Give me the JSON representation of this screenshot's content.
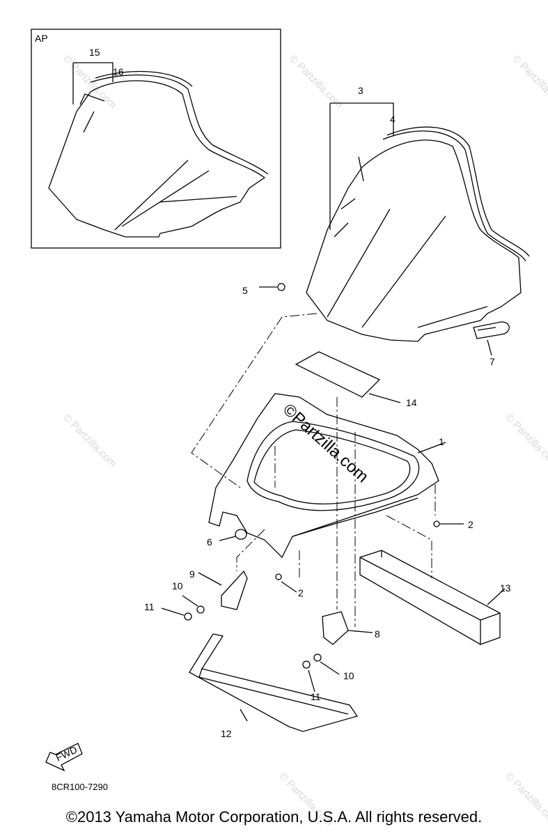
{
  "inset_label": "AP",
  "diagram_code": "8CR100-7290",
  "fwd_label": "FWD",
  "copyright": "©2013 Yamaha Motor Corporation, U.S.A. All rights reserved.",
  "watermark": "© Partzilla.com",
  "center_watermark": "©Partzilla.com",
  "callouts": [
    "15",
    "16",
    "3",
    "4",
    "5",
    "7",
    "14",
    "1",
    "2",
    "6",
    "9",
    "10",
    "11",
    "2",
    "13",
    "8",
    "10",
    "11",
    "12"
  ]
}
